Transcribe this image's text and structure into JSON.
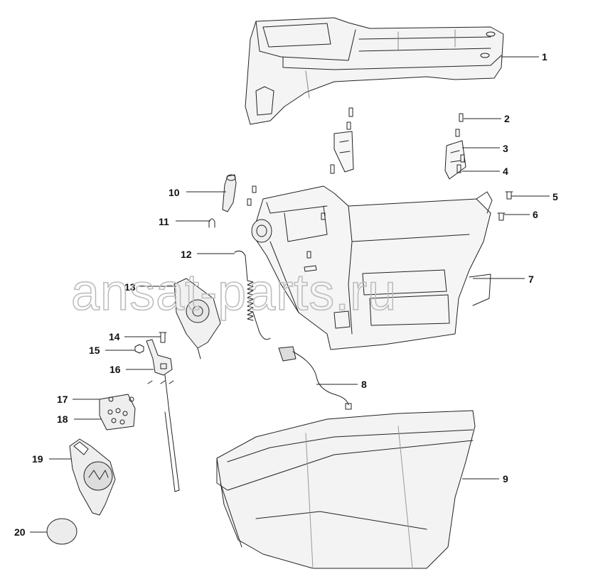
{
  "watermark": "ansat-parts.ru",
  "corner_mark": "",
  "callouts": [
    {
      "id": "1",
      "label": "1"
    },
    {
      "id": "2",
      "label": "2"
    },
    {
      "id": "3",
      "label": "3"
    },
    {
      "id": "4",
      "label": "4"
    },
    {
      "id": "5",
      "label": "5"
    },
    {
      "id": "6",
      "label": "6"
    },
    {
      "id": "7",
      "label": "7"
    },
    {
      "id": "8",
      "label": "8"
    },
    {
      "id": "9",
      "label": "9"
    },
    {
      "id": "10",
      "label": "10"
    },
    {
      "id": "11",
      "label": "11"
    },
    {
      "id": "12",
      "label": "12"
    },
    {
      "id": "13",
      "label": "13"
    },
    {
      "id": "14",
      "label": "14"
    },
    {
      "id": "15",
      "label": "15"
    },
    {
      "id": "16",
      "label": "16"
    },
    {
      "id": "17",
      "label": "17"
    },
    {
      "id": "18",
      "label": "18"
    },
    {
      "id": "19",
      "label": "19"
    },
    {
      "id": "20",
      "label": "20"
    }
  ]
}
